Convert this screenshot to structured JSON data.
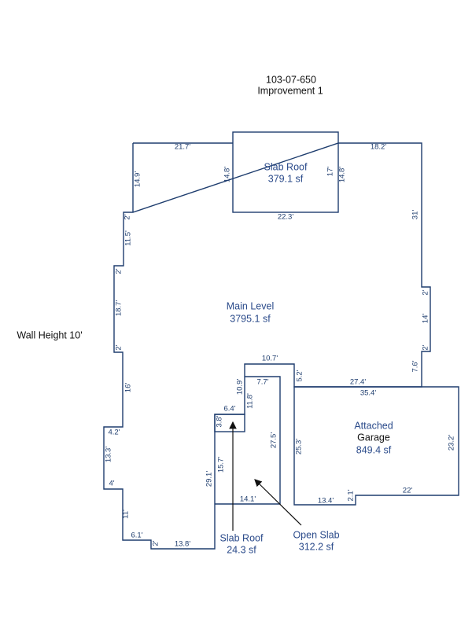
{
  "header": {
    "parcel_id": "103-07-650",
    "improvement": "Improvement 1"
  },
  "wall_height": "Wall Height 10'",
  "areas": {
    "slab_roof_top": {
      "name": "Slab Roof",
      "size": "379.1 sf"
    },
    "main_level": {
      "name": "Main Level",
      "size": "3795.1 sf"
    },
    "garage": {
      "name1": "Attached",
      "name2": "Garage",
      "size": "849.4 sf"
    },
    "slab_roof_small": {
      "name": "Slab Roof",
      "size": "24.3 sf"
    },
    "open_slab": {
      "name": "Open Slab",
      "size": "312.2 sf"
    }
  },
  "dimensions": [
    "21.7'",
    "14.9'",
    "14.8'",
    "17'",
    "14.8'",
    "18.2'",
    "22.3'",
    "31'",
    "2'",
    "11.5'",
    "2'",
    "18.7'",
    "2'",
    "2'",
    "14'",
    "2'",
    "10.7'",
    "7.6'",
    "5.2'",
    "27.4'",
    "35.4'",
    "10.9'",
    "7.7'",
    "11.8'",
    "16'",
    "6.4'",
    "3.8'",
    "4.2'",
    "27.5'",
    "25.3'",
    "23.2'",
    "13.3'",
    "15.7'",
    "29.1'",
    "4'",
    "2.1'",
    "22'",
    "13.4'",
    "14.1'",
    "11'",
    "6.1'",
    "2'",
    "13.8'"
  ],
  "colors": {
    "line": "#1e3d6e",
    "label": "#2a4a8a"
  }
}
